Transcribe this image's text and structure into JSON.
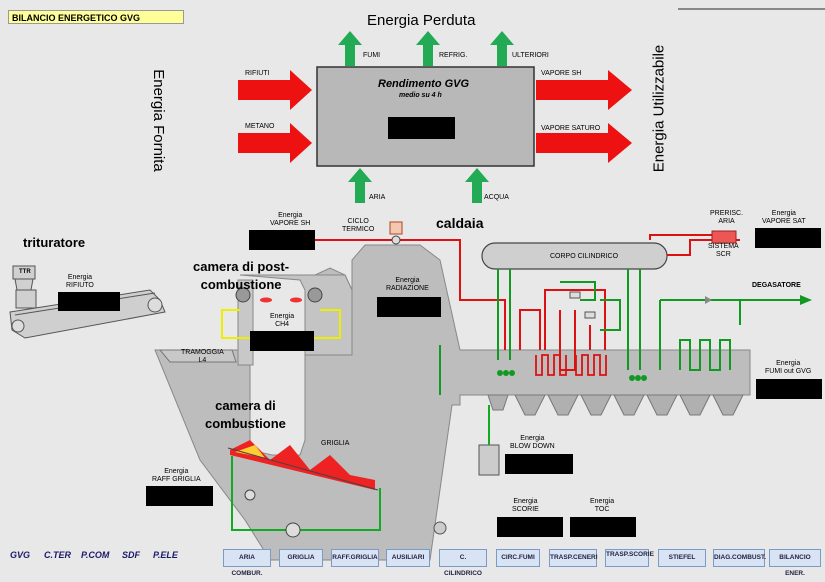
{
  "title": "BILANCIO ENERGETICO GVG",
  "header": {
    "energia_perduta": "Energia Perduta",
    "energia_fornita": "Energia Fornita",
    "energia_utilizzabile": "Energia Utilizzabile"
  },
  "balance_box": {
    "title": "Rendimento GVG",
    "subtitle": "medio su 4 h"
  },
  "inputs": {
    "rifiuti": "RIFIUTI",
    "metano": "METANO"
  },
  "losses": {
    "fumi": "FUMI",
    "refrig": "REFRIG.",
    "ulteriori": "ULTERIORI"
  },
  "outputs": {
    "vapore_sh": "VAPORE SH",
    "vapore_saturo": "VAPORE SATURO"
  },
  "bottom_inputs": {
    "aria": "ARIA",
    "acqua": "ACQUA"
  },
  "plant": {
    "trituratore": "trituratore",
    "ttr": "TTR",
    "energia_rifiuto": "Energia\nRIFIUTO",
    "camera_post": "camera di post-\ncombustione",
    "energia_ch4": "Energia\nCH4",
    "tramoggia": "TRAMOGGIA\nL4",
    "camera_comb": "camera di\ncombustione",
    "griglia": "GRIGLIA",
    "energia_raff": "Energia\nRAFF GRIGLIA",
    "energia_vapore_sh": "Energia\nVAPORE SH",
    "ciclo_termico": "CICLO\nTERMICO",
    "caldaia": "caldaia",
    "energia_radiazione": "Energia\nRADIAZIONE",
    "corpo_cilindrico": "CORPO CILINDRICO",
    "prerisc_aria": "PRERISC.\nARIA",
    "sistema_scr": "SISTEMA\nSCR",
    "energia_vapore_sat": "Energia\nVAPORE SAT",
    "degasatore": "DEGASATORE",
    "energia_fumi": "Energia\nFUMI out GVG",
    "energia_blow": "Energia\nBLOW DOWN",
    "energia_scorie": "Energia\nSCORIE",
    "energia_toc": "Energia\nTOC"
  },
  "nav_tabs": [
    "GVG",
    "C.TER",
    "P.COM",
    "SDF",
    "P.ELE"
  ],
  "bottom_buttons": [
    "ARIA COMBUR.",
    "GRIGLIA",
    "RAFF.GRIGLIA",
    "AUSILIARI",
    "C. CILINDRICO",
    "CIRC.FUMI",
    "TRASP.CENERI",
    "TRASP.SCORIE",
    "STIEFEL",
    "DIAG.COMBUST.",
    "BILANCIO ENER."
  ],
  "colors": {
    "arrow_red": "#ee1111",
    "arrow_green": "#22aa55",
    "pipe_red": "#dd1111",
    "pipe_green": "#119922",
    "pipe_yellow": "#eeee00"
  }
}
